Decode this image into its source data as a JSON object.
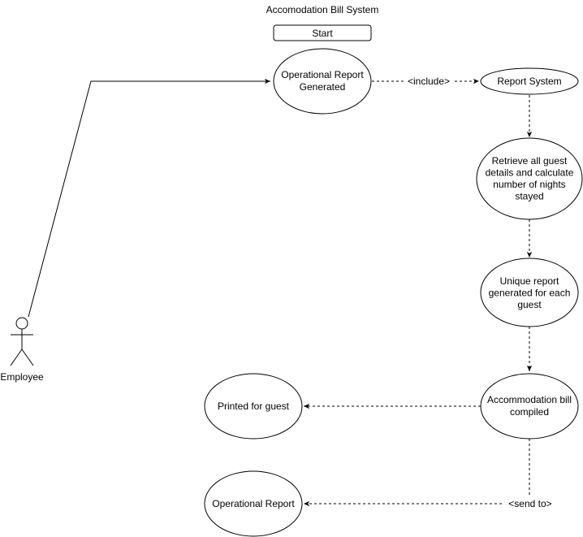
{
  "title": "Accomodation Bill System",
  "start_label": "Start",
  "actor": {
    "label": "Employee"
  },
  "use_cases": {
    "operational_report_generated": "Operational Report Generated",
    "report_system": "Report System",
    "retrieve_guest_details": "Retrieve all guest details and calculate number of nights stayed",
    "unique_report": "Unique report generated for each guest",
    "accommodation_bill": "Accommodation bill compiled",
    "printed_for_guest": "Printed for guest",
    "operational_report": "Operational Report"
  },
  "edge_labels": {
    "include": "<include>",
    "send_to": "<send to>"
  }
}
